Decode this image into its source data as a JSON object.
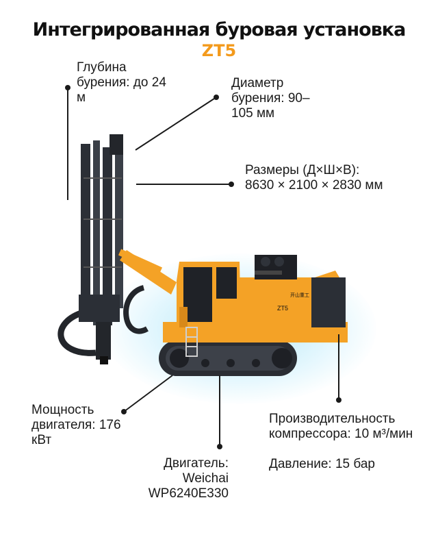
{
  "title": "Интегрированная буровая установка",
  "model": "ZT5",
  "specs": {
    "depth": "Глубина бурения: до 24 м",
    "diameter": "Диаметр бурения: 90–105 мм",
    "dimensions": "Размеры (Д×Ш×В): 8630 × 2100 × 2830 мм",
    "power": "Мощность двигателя: 176 кВт",
    "engine_label": "Двигатель:",
    "engine_model_line1": "Weichai",
    "engine_model_line2": "WP6240E330",
    "compressor": "Производительность компрессора: 10 м³/мин",
    "pressure": "Давление: 15 бар"
  },
  "machine": {
    "cab_plate": "ZT5",
    "body_text": "开山重工"
  },
  "colors": {
    "accent": "#f39a1c",
    "body_orange": "#f4a226",
    "dark_steel": "#2b2f36",
    "glow": "#8fdaf2"
  }
}
